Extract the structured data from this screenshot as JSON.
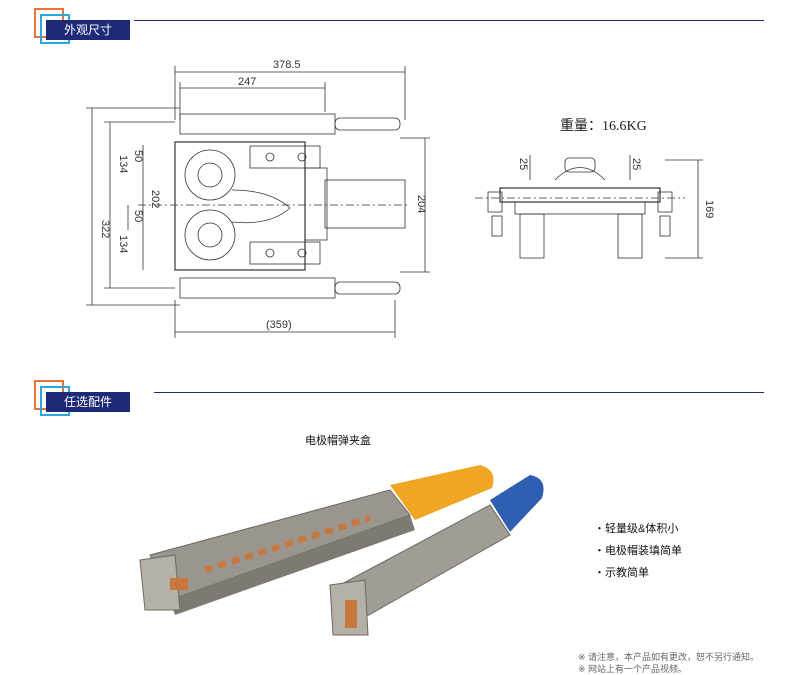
{
  "sections": {
    "dimensions": {
      "title": "外观尺寸"
    },
    "accessories": {
      "title": "任选配件"
    }
  },
  "drawing": {
    "dims": {
      "overall_width": "378.5",
      "partial_width": "247",
      "bottom_width": "(359)",
      "height_total": "322",
      "height_upper": "134",
      "height_lower": "134",
      "inner_gap_upper": "50",
      "inner_gap_lower": "50",
      "center_span": "202",
      "right_height": "204",
      "side_offset_left": "25",
      "side_offset_right": "25",
      "side_height": "169"
    },
    "weight_label": "重量：16.6KG"
  },
  "accessory": {
    "name": "电极帽弹夹盒",
    "features": [
      "・轻量级&体积小",
      "・电极帽装填简单",
      "・示教简单"
    ],
    "notes": [
      "※   请注意，本产品如有更改，恕不另行通知。",
      "※   网站上有一个产品视频。"
    ],
    "colors": {
      "yellow_handle": "#f0a623",
      "blue_handle": "#2f5fb0",
      "metal": "#9a958d",
      "copper": "#c8773f"
    }
  }
}
